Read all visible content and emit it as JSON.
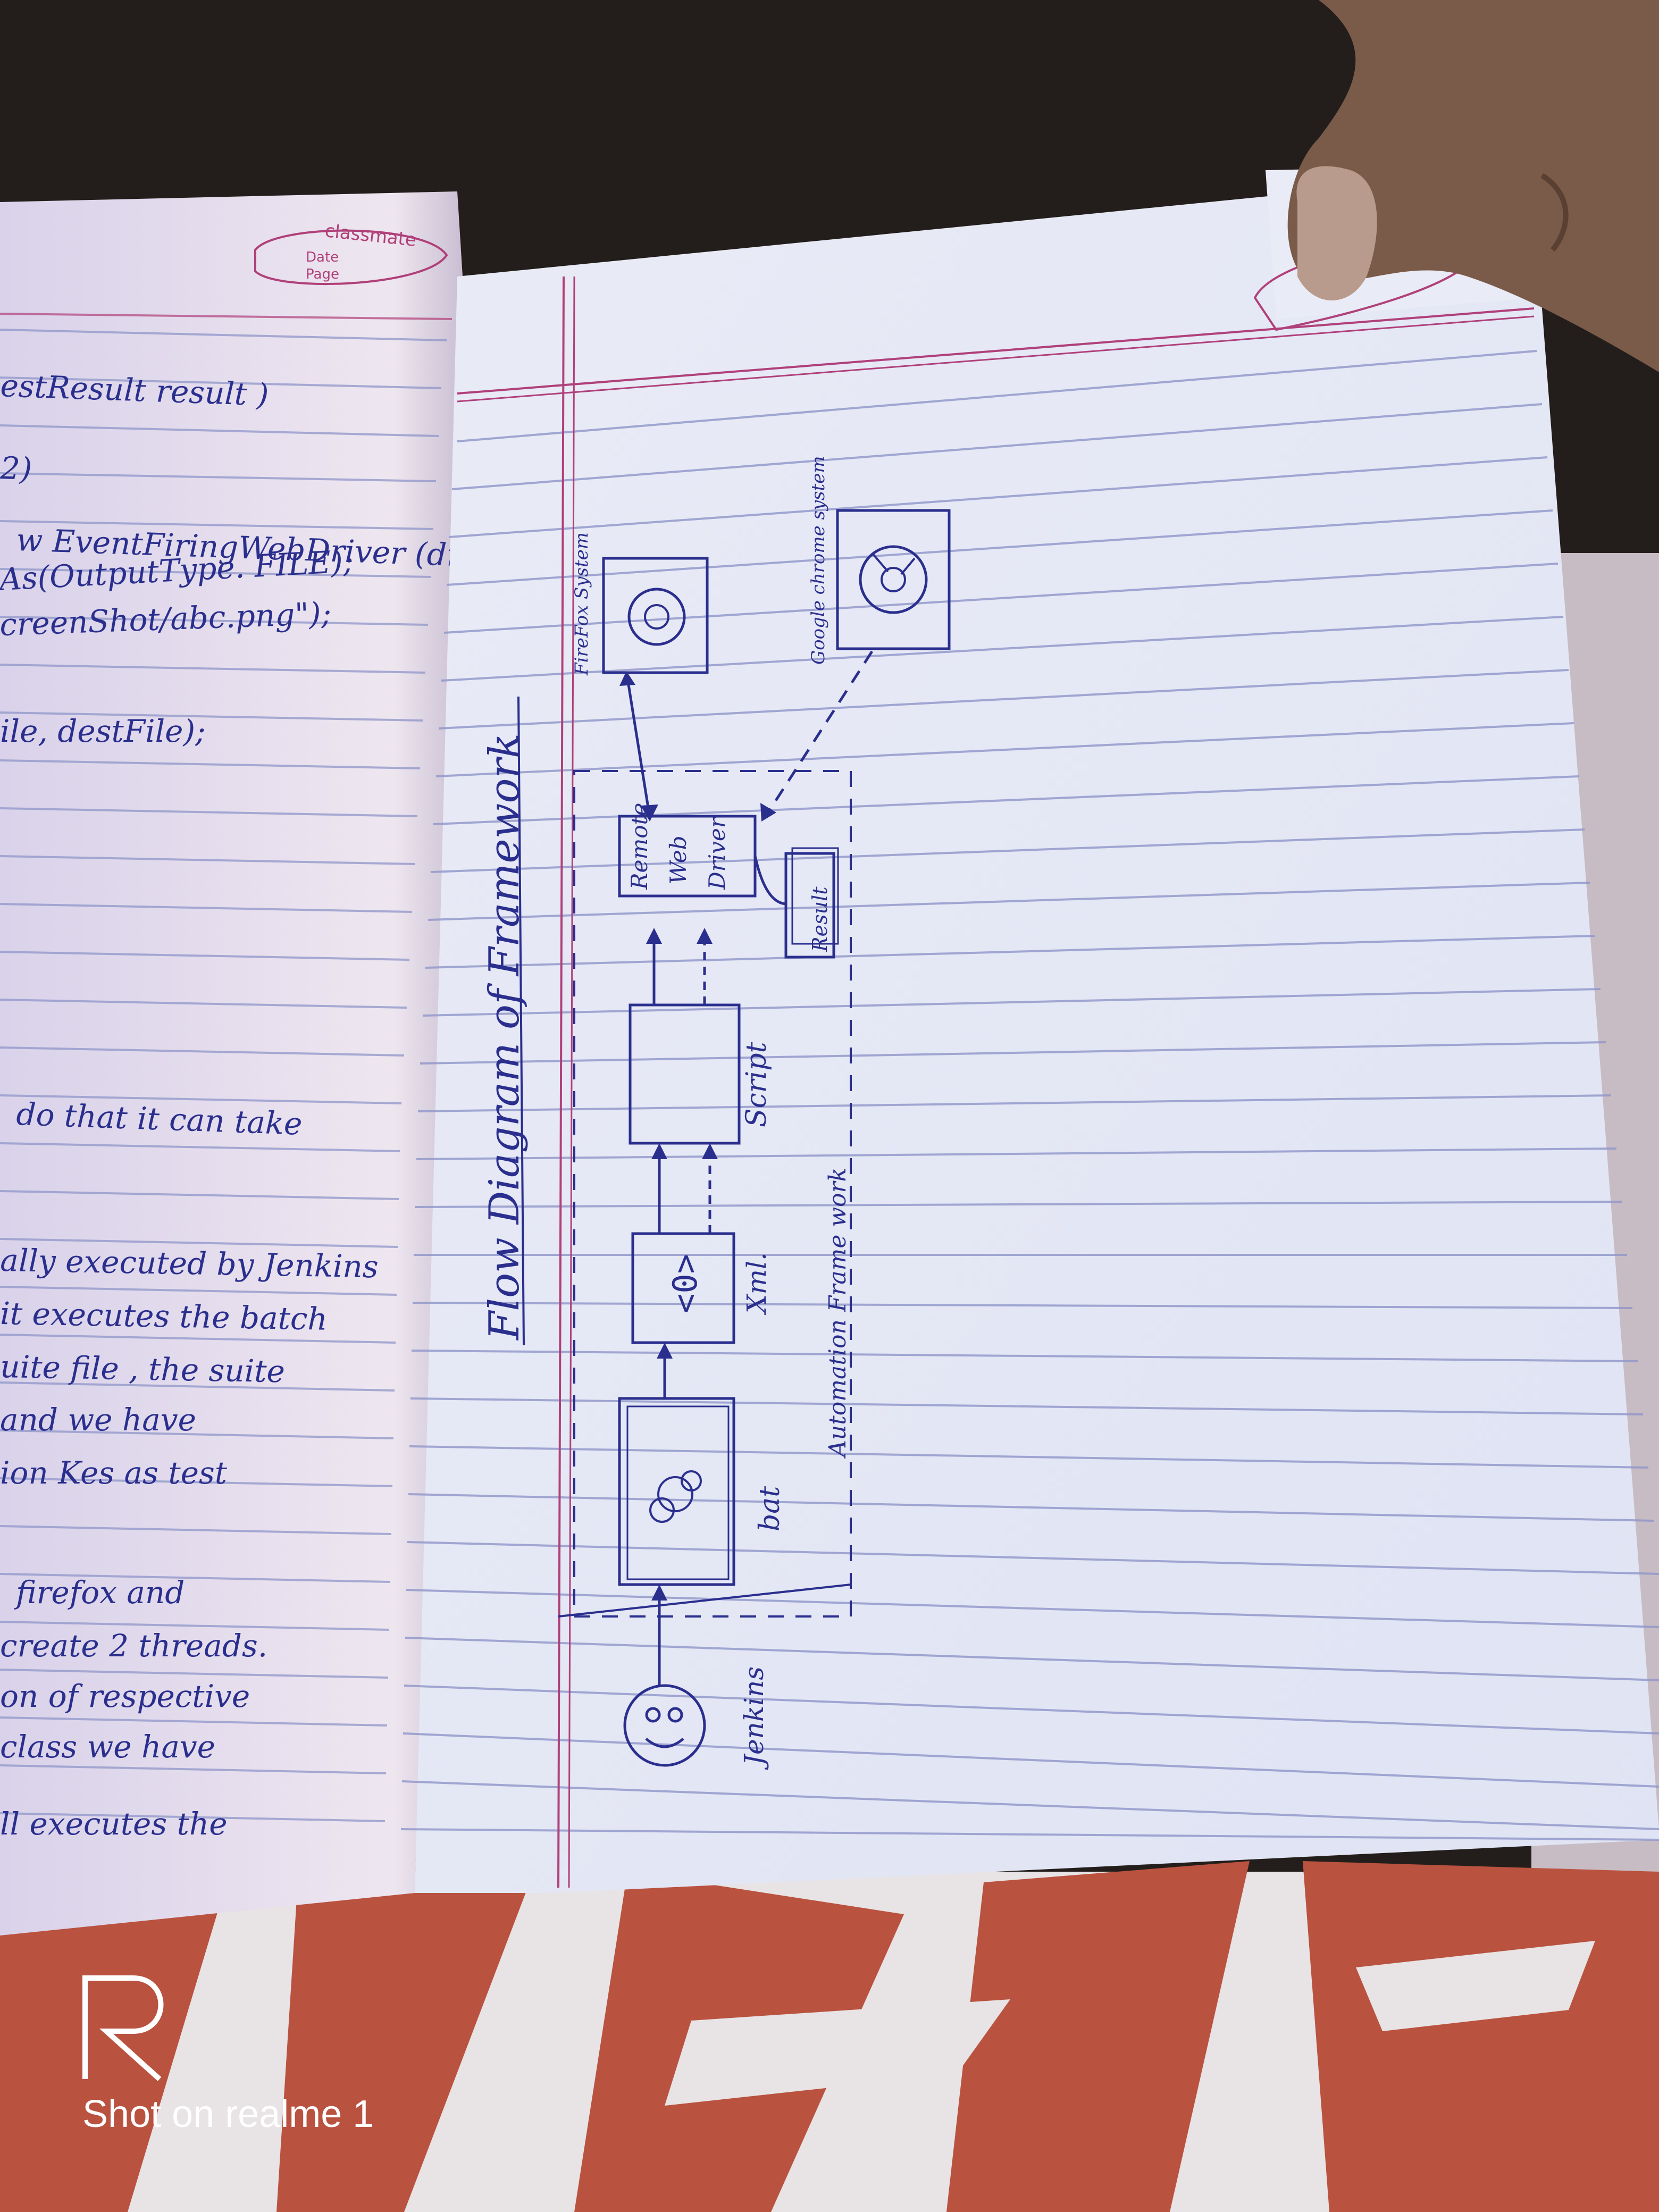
{
  "left_page": {
    "brand": "classmate",
    "date_label": "Date",
    "page_label": "Page",
    "lines": [
      "estResult result )",
      "2)",
      "w EventFiringWebDriver (driver",
      "As(OutputType. FILE);",
      "creenShot/abc.png\");",
      "ile, destFile);",
      "do that it can take",
      "ally executed by Jenkins",
      "it executes the batch",
      "uite file , the suite",
      "and we have",
      "ion Kes as test",
      "firefox and",
      "create 2 threads.",
      "on of respective",
      "class we have",
      "ll executes the"
    ]
  },
  "diagram": {
    "title": "Flow Diagram of Framework",
    "frame_label": "Automation Frame work",
    "labels": {
      "jenkins": "Jenkins",
      "bat": "bat",
      "xml_symbol": "<0>",
      "xml": "Xml.",
      "script": "Script",
      "remote": "Remote",
      "web": "Web",
      "driver": "Driver",
      "result": "Result",
      "firefox": "FireFox System",
      "chrome": "Google chrome system"
    }
  },
  "watermark": {
    "text": "Shot on realme 1"
  },
  "colors": {
    "ink": "#2a2f8e",
    "margin_line": "#b0407a",
    "rule_line": "#8f96c9",
    "cloth_red": "#b9523f"
  }
}
